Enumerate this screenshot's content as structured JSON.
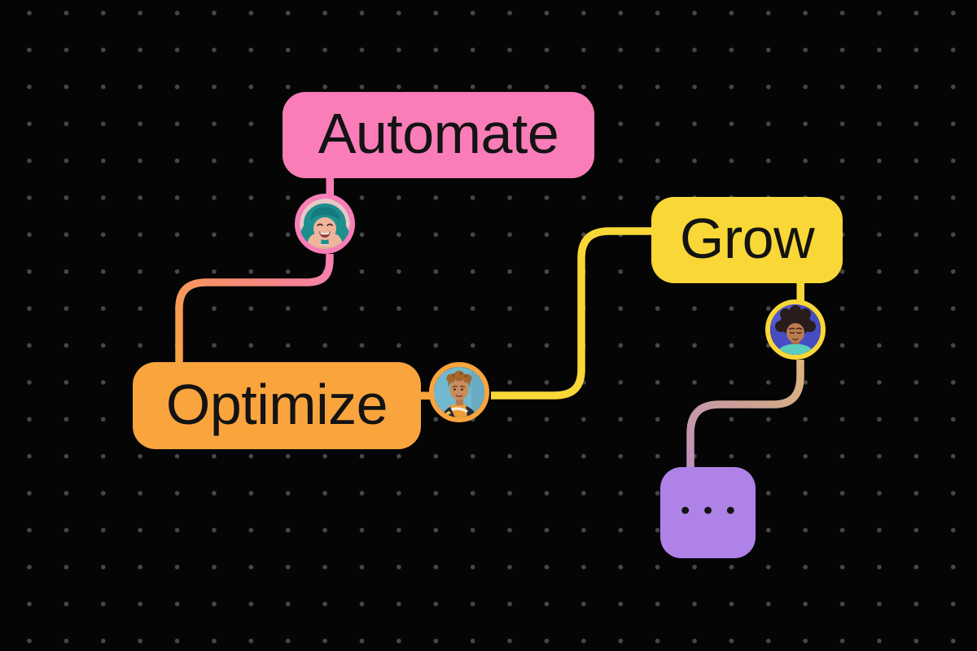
{
  "illustration": {
    "background_color": "#050505",
    "dot_grid_color": "#474747",
    "text_color": "#131313",
    "nodes": [
      {
        "id": "automate",
        "label": "Automate",
        "color": "#FA7DB8"
      },
      {
        "id": "optimize",
        "label": "Optimize",
        "color": "#FAA43E"
      },
      {
        "id": "grow",
        "label": "Grow",
        "color": "#F8D737"
      },
      {
        "id": "more",
        "label": "•••",
        "color": "#AF82E8",
        "dot_color": "#131313"
      }
    ],
    "avatars": [
      {
        "id": "teal-hair-woman",
        "ring_color": "#FA7DB8",
        "depicts": "smiling woman with teal hair, hands on cheeks, pink backdrop"
      },
      {
        "id": "curly-hair-man",
        "ring_color": "#FAA43E",
        "depicts": "young man with curly hair glancing back, teal backdrop"
      },
      {
        "id": "afro-man",
        "ring_color": "#F8D737",
        "depicts": "man with dark curls and eyes closed, blue backdrop"
      }
    ],
    "connectors": [
      {
        "id": "automate-to-optimize",
        "stops": [
          "#F87FB2",
          "#F5897C",
          "#F9A340"
        ]
      },
      {
        "id": "optimize-to-grow",
        "stops": [
          "#F8D737",
          "#F8D737",
          "#F8D737"
        ]
      },
      {
        "id": "grow-to-more",
        "stops": [
          "#DDB67D",
          "#CBA093",
          "#BE92BD"
        ]
      }
    ]
  }
}
